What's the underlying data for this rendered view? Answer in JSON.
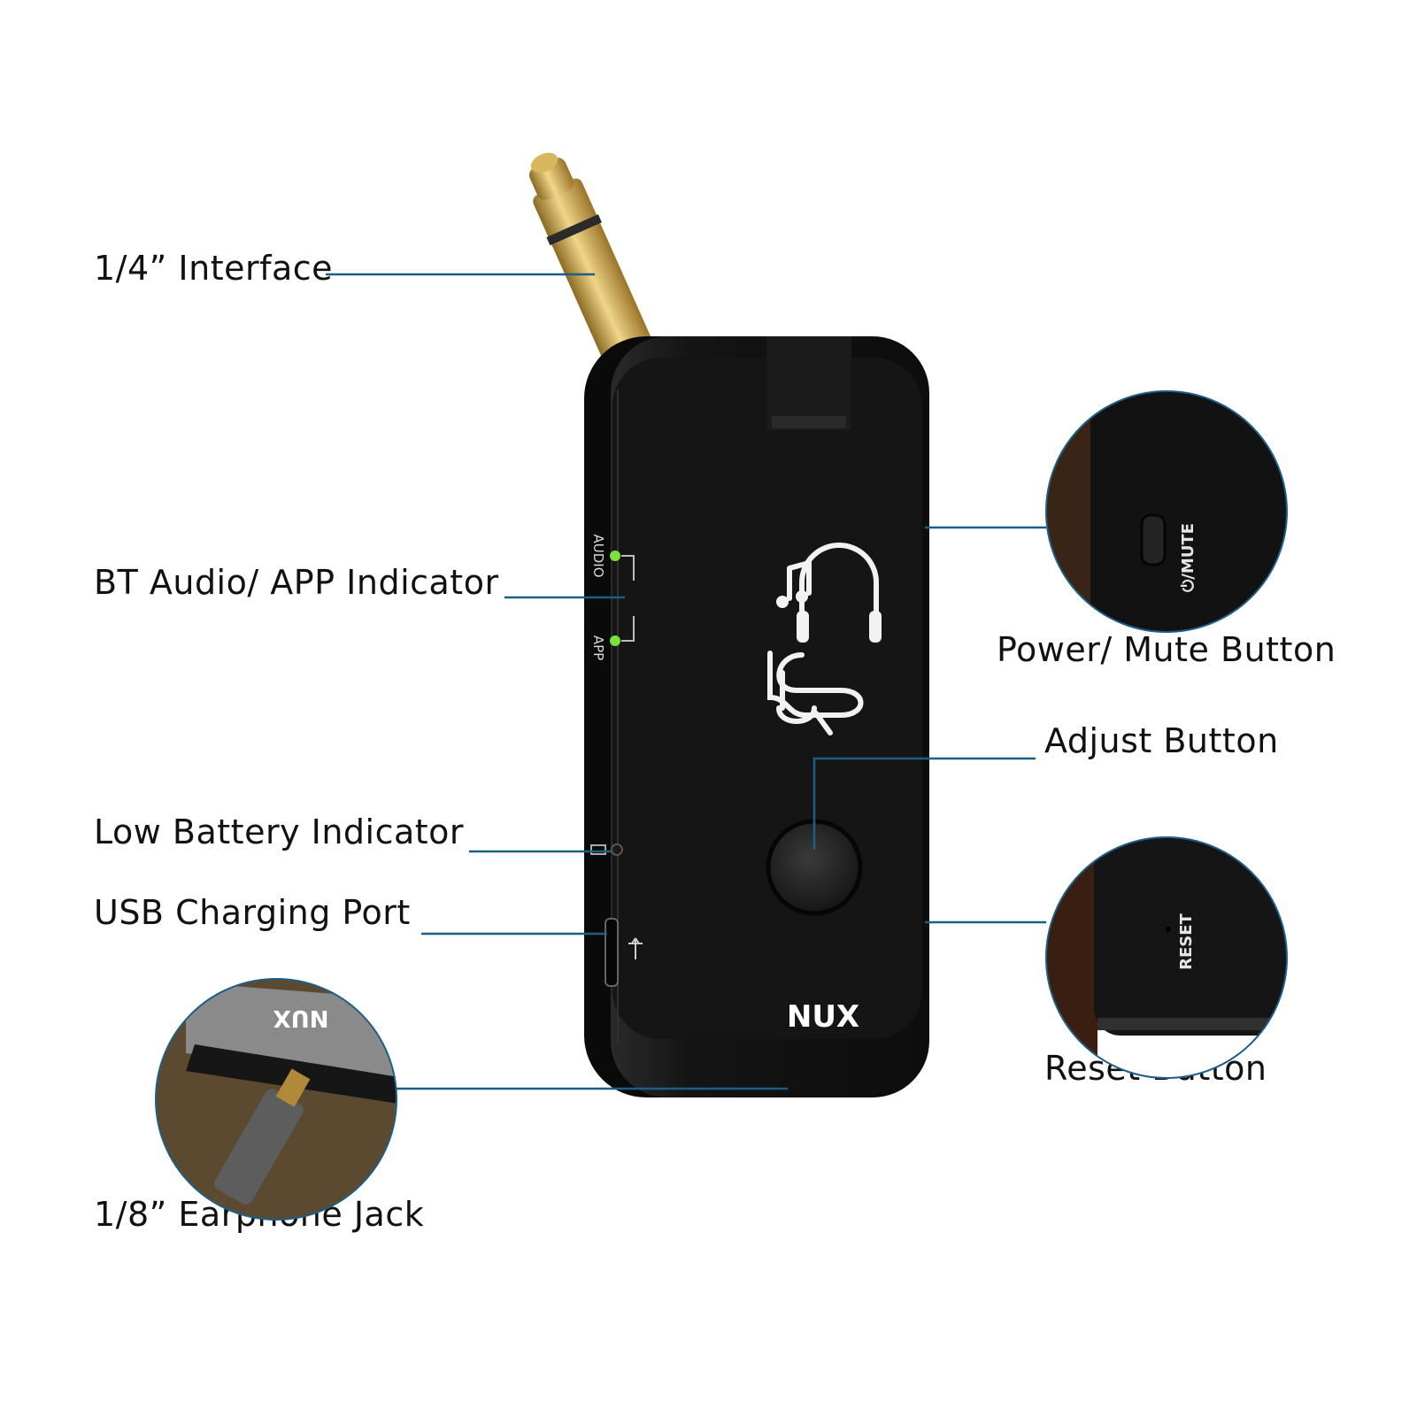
{
  "labels": {
    "quarter_interface": "1/4” Interface",
    "bt_indicator": "BT Audio/ APP Indicator",
    "low_battery": "Low Battery Indicator",
    "usb_port": "USB Charging Port",
    "earphone_jack": "1/8” Earphone Jack",
    "power_mute": "Power/ Mute Button",
    "adjust": "Adjust Button",
    "reset": "Reset Button"
  },
  "device": {
    "brand": "NUX",
    "side_audio": "AUDIO",
    "side_app": "APP",
    "mute_label": "⏻/MUTE",
    "reset_label": "RESET"
  },
  "colors": {
    "leader_line": "#1c5f86",
    "circle_border": "#1c5f86",
    "device_body": "#121212",
    "led": "#7be23a",
    "plug_gold": "#c9a24a"
  }
}
